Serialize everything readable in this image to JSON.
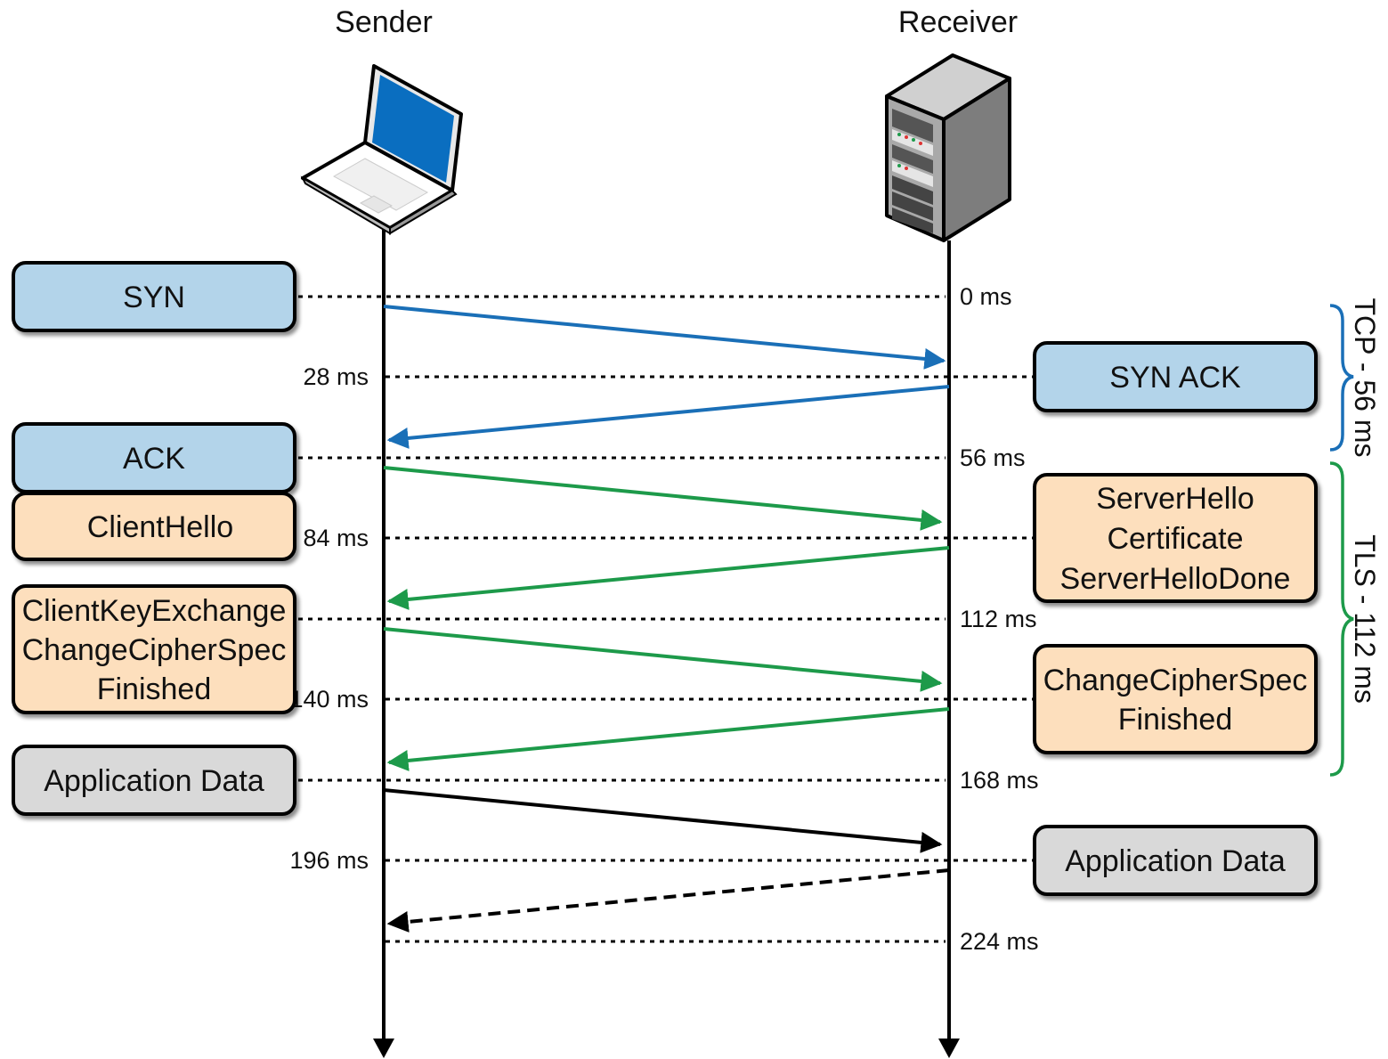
{
  "participants": {
    "sender": "Sender",
    "receiver": "Receiver"
  },
  "times": [
    "0 ms",
    "28 ms",
    "56 ms",
    "84 ms",
    "112 ms",
    "140 ms",
    "168 ms",
    "196 ms",
    "224 ms"
  ],
  "sender_boxes": [
    {
      "lines": [
        "SYN"
      ],
      "color": "#b3d4ea"
    },
    {
      "lines": [
        "ACK"
      ],
      "color": "#b3d4ea"
    },
    {
      "lines": [
        "ClientHello"
      ],
      "color": "#fddfbd"
    },
    {
      "lines": [
        "ClientKeyExchange",
        "ChangeCipherSpec",
        "Finished"
      ],
      "color": "#fddfbd"
    },
    {
      "lines": [
        "Application Data"
      ],
      "color": "#d9d9d9"
    }
  ],
  "receiver_boxes": [
    {
      "lines": [
        "SYN ACK"
      ],
      "color": "#b3d4ea"
    },
    {
      "lines": [
        "ServerHello",
        "Certificate",
        "ServerHelloDone"
      ],
      "color": "#fddfbd"
    },
    {
      "lines": [
        "ChangeCipherSpec",
        "Finished"
      ],
      "color": "#fddfbd"
    },
    {
      "lines": [
        "Application Data"
      ],
      "color": "#d9d9d9"
    }
  ],
  "phases": [
    {
      "label": "TCP - 56 ms",
      "color": "#1a6fb7"
    },
    {
      "label": "TLS - 112 ms",
      "color": "#1d9a4a"
    }
  ],
  "arrow_colors": {
    "tcp": "#1a6fb7",
    "tls": "#1d9a4a",
    "data": "#000000"
  }
}
